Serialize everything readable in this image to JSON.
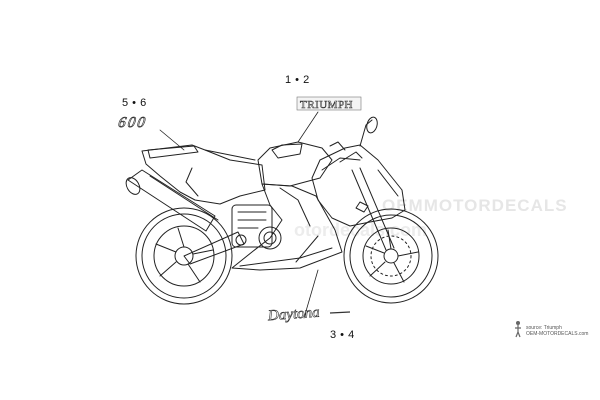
{
  "callouts": {
    "decal_600": "5 • 6",
    "decal_triumph": "1 • 2",
    "decal_daytona": "3 • 4"
  },
  "decal_text": {
    "model_number": "600",
    "brand": "TRIUMPH",
    "model_name": "Daytona"
  },
  "source": {
    "line1": "source: Triumph",
    "line2": "OEM-MOTORDECALS.com"
  },
  "watermark": {
    "brand": "OEMMOTORDECALS",
    "domain": "otordecals.com"
  },
  "colors": {
    "line": "#222222",
    "background": "#ffffff",
    "watermark": "#e6e6e6"
  }
}
